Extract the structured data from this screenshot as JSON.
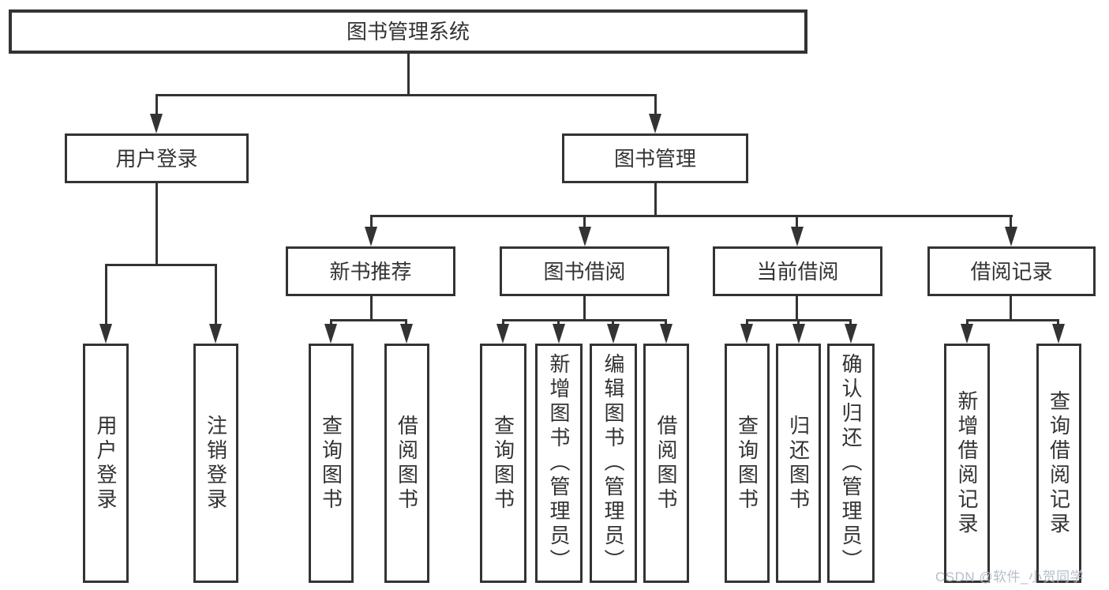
{
  "nodes": {
    "root": "图书管理系统",
    "branches": [
      {
        "label": "用户登录",
        "leaves": [
          "用户登录",
          "注销登录"
        ]
      },
      {
        "label": "图书管理",
        "groups": [
          {
            "label": "新书推荐",
            "leaves": [
              "查询图书",
              "借阅图书"
            ]
          },
          {
            "label": "图书借阅",
            "leaves": [
              "查询图书",
              "新增图书（管理员）",
              "编辑图书（管理员）",
              "借阅图书"
            ]
          },
          {
            "label": "当前借阅",
            "leaves": [
              "查询图书",
              "归还图书",
              "确认归还（管理员）"
            ]
          },
          {
            "label": "借阅记录",
            "leaves": [
              "新增借阅记录",
              "查询借阅记录"
            ]
          }
        ]
      }
    ]
  },
  "watermark": "CSDN @软件_小贺同学",
  "colors": {
    "line": "#333333",
    "box_border": "#333333",
    "box_background": "#ffffff",
    "page_background": "#ffffff",
    "text": "#333333",
    "watermark": "#b6bdc8"
  }
}
